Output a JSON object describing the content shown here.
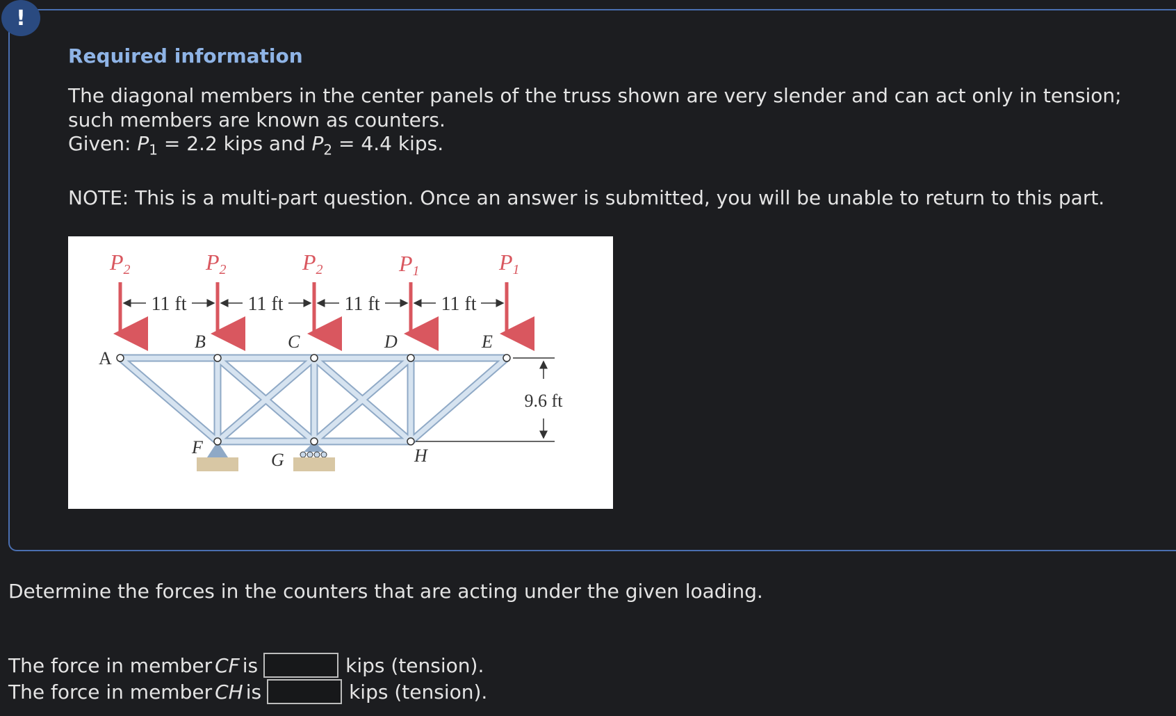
{
  "alert": {
    "icon": "!"
  },
  "info": {
    "title": "Required information",
    "description": "The diagonal members in the center panels of the truss shown are very slender and can act only in tension; such members are known as counters.",
    "given_prefix": "Given: ",
    "p1_label": "P",
    "p1_sub": "1",
    "p1_value": " = 2.2 kips and ",
    "p2_label": "P",
    "p2_sub": "2",
    "p2_value": " = 4.4 kips.",
    "note": "NOTE: This is a multi-part question. Once an answer is submitted, you will be unable to return to this part."
  },
  "figure": {
    "loads": [
      {
        "label": "P",
        "sub": "2"
      },
      {
        "label": "P",
        "sub": "2"
      },
      {
        "label": "P",
        "sub": "2"
      },
      {
        "label": "P",
        "sub": "1"
      },
      {
        "label": "P",
        "sub": "1"
      }
    ],
    "spans": [
      "11 ft",
      "11 ft",
      "11 ft",
      "11 ft"
    ],
    "height_label": "9.6 ft",
    "nodes": {
      "A": "A",
      "B": "B",
      "C": "C",
      "D": "D",
      "E": "E",
      "F": "F",
      "G": "G",
      "H": "H"
    },
    "colors": {
      "member": "#c9d9ea",
      "member_edge": "#8fa9c6",
      "load": "#d9575f",
      "support": "#d8c7a4"
    }
  },
  "question": "Determine the forces in the counters that are acting under the given loading.",
  "answers": [
    {
      "prefix": "The force in member ",
      "member": "CF",
      "suffix_is": " is",
      "value": "",
      "unit": "kips (tension)."
    },
    {
      "prefix": "The force in member ",
      "member": "CH",
      "suffix_is": " is",
      "value": "",
      "unit": "kips (tension)."
    }
  ]
}
